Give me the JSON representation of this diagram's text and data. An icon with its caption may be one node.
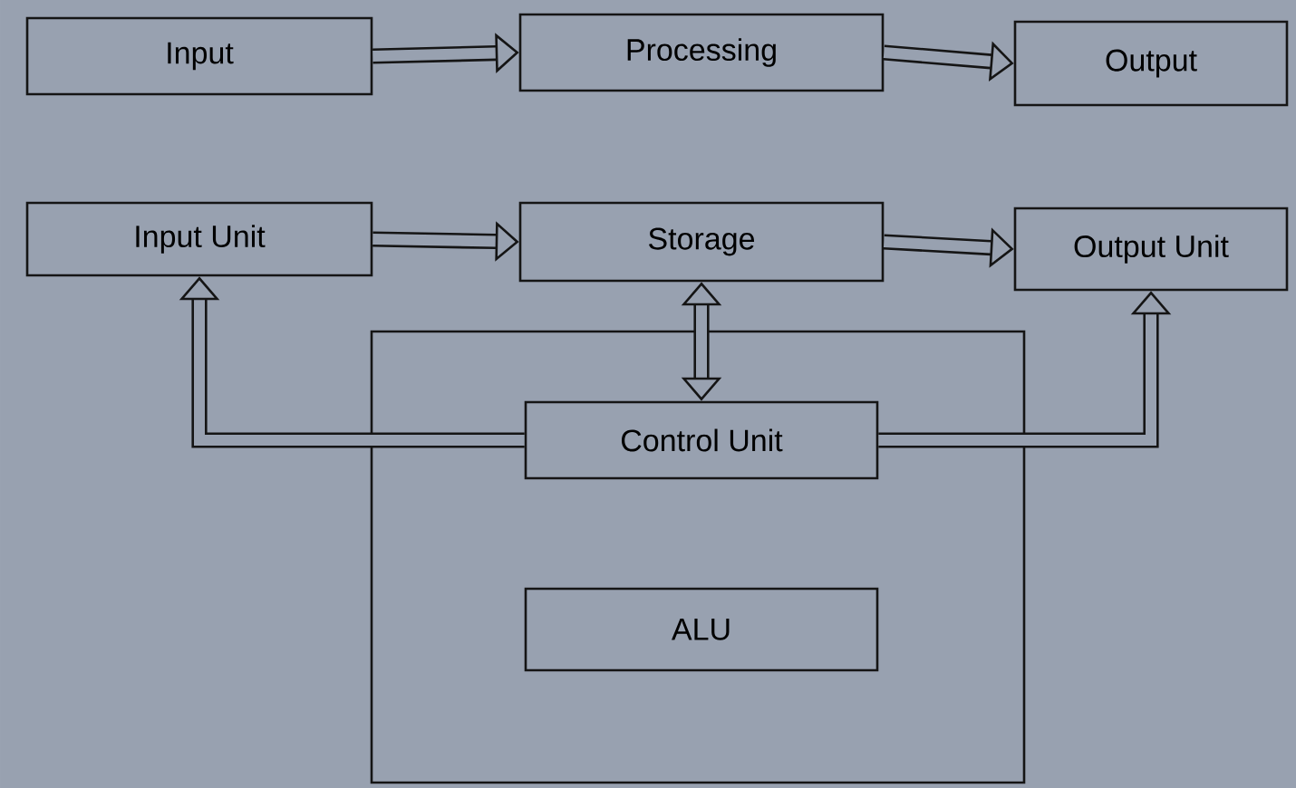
{
  "diagram": {
    "nodes": [
      {
        "text": [
          "Input"
        ]
      },
      {
        "text": [
          "Processing"
        ]
      },
      {
        "text": [
          "Output"
        ]
      },
      {
        "text": [
          "Input Unit"
        ]
      },
      {
        "text": [
          "Storage"
        ]
      },
      {
        "text": [
          "Output Unit"
        ]
      },
      {
        "text": [],
        "shape": "box"
      },
      {
        "text": [
          "Control Unit"
        ],
        "in": 6
      },
      {
        "text": [
          "ALU"
        ],
        "in": 6
      }
    ],
    "edges": [
      {
        "from": 0,
        "to": 1,
        "arrow": "to"
      },
      {
        "from": 1,
        "to": 2,
        "arrow": "to"
      },
      {
        "from": 3,
        "to": 4,
        "arrow": "to"
      },
      {
        "from": 4,
        "to": 5,
        "arrow": "to"
      },
      {
        "from": 7,
        "to": 4,
        "arrow": "both"
      },
      {
        "from": 7,
        "to": 3,
        "arrow": "to"
      },
      {
        "from": 7,
        "to": 5,
        "arrow": "to"
      }
    ]
  }
}
